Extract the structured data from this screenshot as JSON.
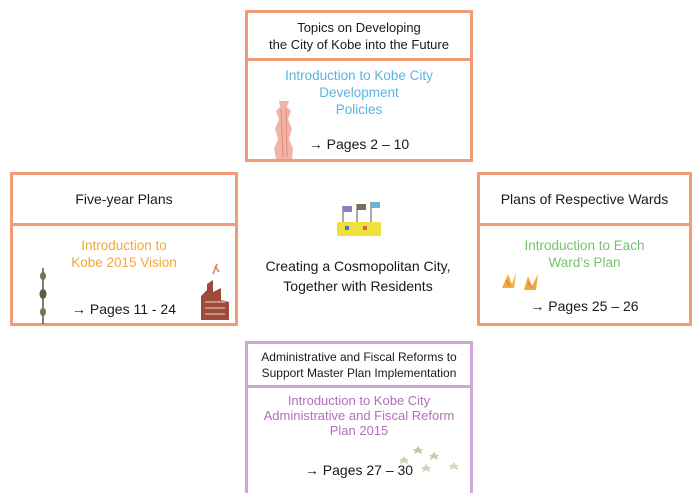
{
  "top_box": {
    "title_line1": "Topics on Developing",
    "title_line2": "the City of Kobe into the Future",
    "intro_line1": "Introduction to Kobe City",
    "intro_line2": "Development",
    "intro_line3": "Policies",
    "pages": "→ Pages 2 – 10"
  },
  "left_box": {
    "title": "Five-year Plans",
    "intro_line1": "Introduction to",
    "intro_line2": "Kobe 2015 Vision",
    "pages": "→ Pages 11 - 24"
  },
  "right_box": {
    "title": "Plans of Respective Wards",
    "intro_line1": "Introduction to Each",
    "intro_line2": "Ward’s Plan",
    "pages": "→ Pages 25 – 26"
  },
  "bottom_box": {
    "title_line1": "Administrative and Fiscal Reforms to",
    "title_line2": "Support Master Plan Implementation",
    "intro_line1": "Introduction to Kobe City",
    "intro_line2": "Administrative and Fiscal Reform",
    "intro_line3": "Plan 2015",
    "pages": "→ Pages 27 – 30"
  },
  "center": {
    "line1": "Creating a Cosmopolitan City,",
    "line2": "Together with Residents"
  },
  "colors": {
    "border_orange": "#f39a78",
    "border_purple": "#cfa6d8",
    "intro_blue": "#5ab4e0",
    "intro_orange": "#f3a63a",
    "intro_green": "#78c26e",
    "intro_purple": "#b36fbc"
  },
  "icons": [
    "tower-illustration",
    "lantern-illustration",
    "building-illustration",
    "flags-illustration",
    "bird-pair-illustration",
    "star-cluster-illustration"
  ]
}
